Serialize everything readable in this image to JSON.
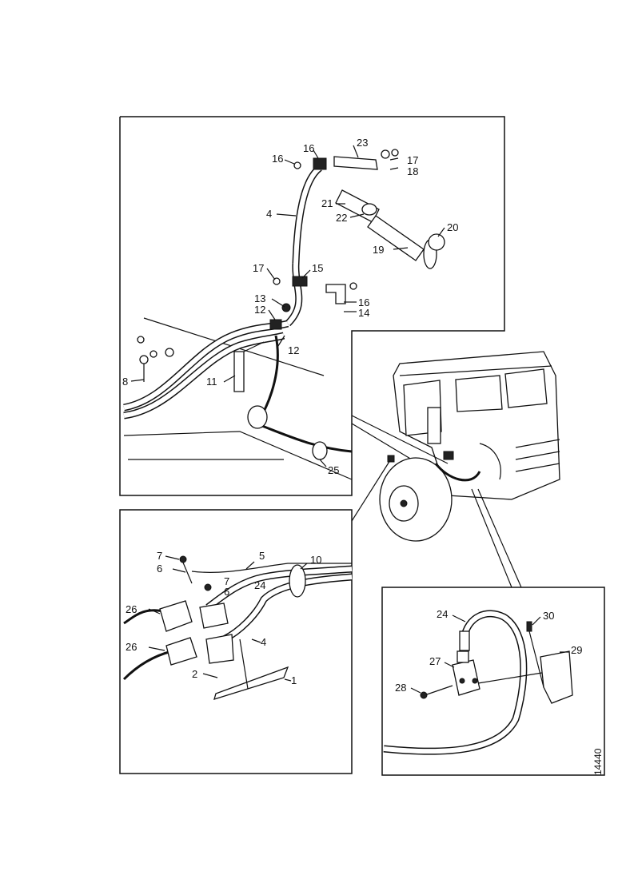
{
  "figure": {
    "id_code": "14440"
  },
  "top_panel": {
    "labels": [
      "23",
      "16",
      "16",
      "17",
      "18",
      "4",
      "21",
      "22",
      "20",
      "19",
      "17",
      "15",
      "16",
      "14",
      "13",
      "12",
      "12",
      "8",
      "11",
      "25"
    ]
  },
  "bottom_left_panel": {
    "labels": [
      "7",
      "5",
      "10",
      "6",
      "7",
      "6",
      "24",
      "26",
      "26",
      "4",
      "2",
      "1"
    ]
  },
  "bottom_right_panel": {
    "labels": [
      "24",
      "30",
      "27",
      "29",
      "28"
    ]
  }
}
